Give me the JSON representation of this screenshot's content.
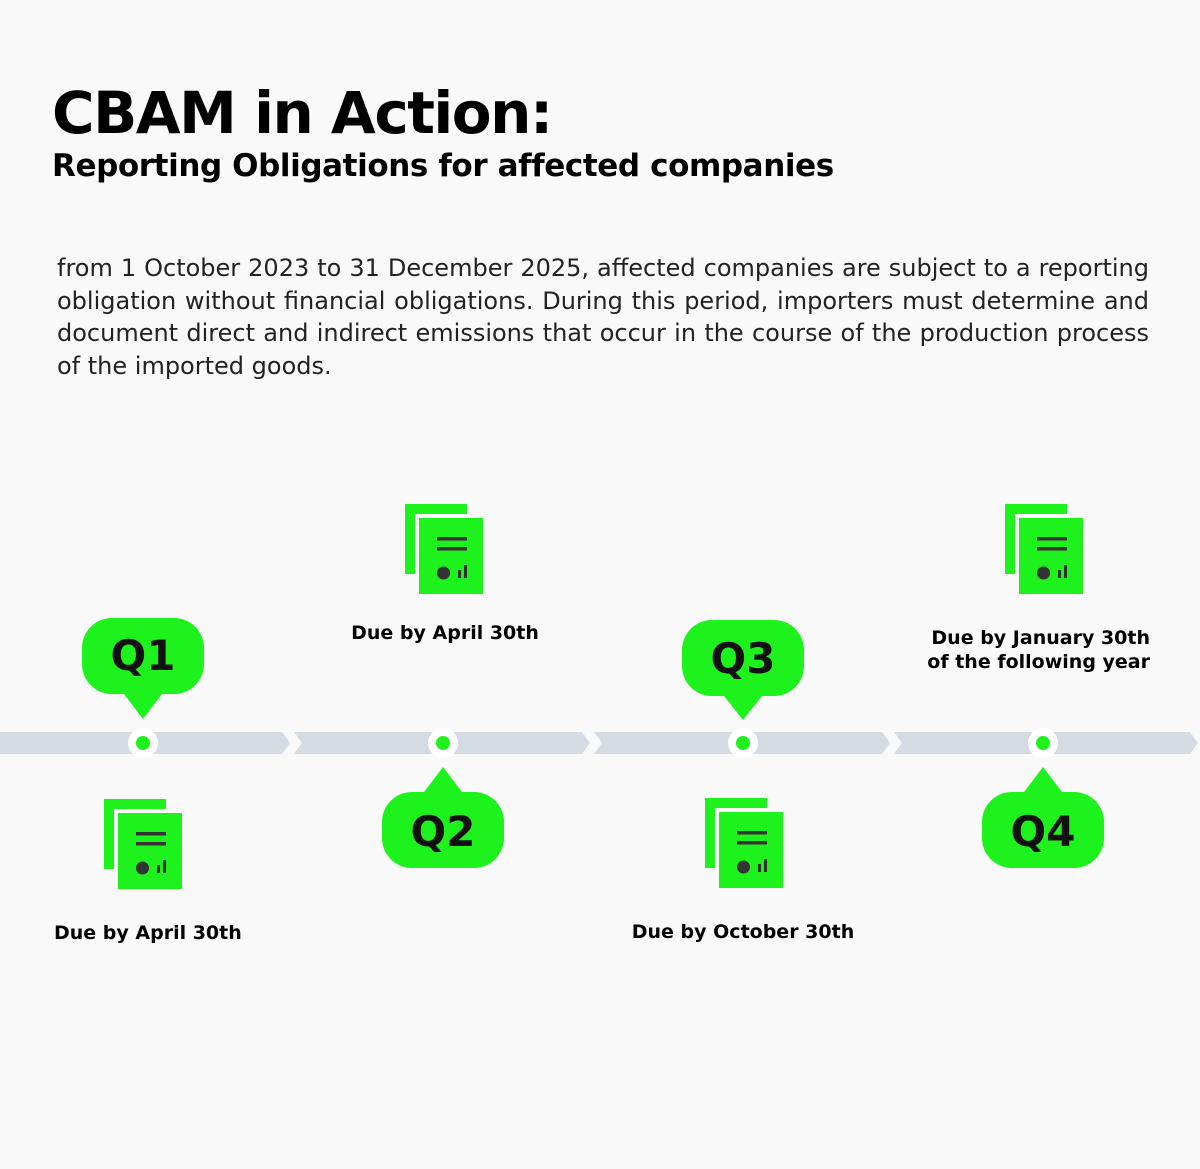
{
  "header": {
    "title": "CBAM in Action:",
    "subtitle": "Reporting Obligations for affected companies"
  },
  "intro": "from 1 October 2023 to 31 December 2025, affected companies are subject to a reporting obligation without financial obligations. During this period, importers must determine and document direct and indirect emissions that occur in the course of the production process of the imported goods.",
  "colors": {
    "accent": "#1df21d",
    "track": "#d5dbe3",
    "ink": "#111111"
  },
  "timeline": {
    "quarters": [
      {
        "label": "Q1",
        "due": "Due by April 30th",
        "due_line2": ""
      },
      {
        "label": "Q2",
        "due": "Due by April 30th",
        "due_line2": ""
      },
      {
        "label": "Q3",
        "due": "Due by October 30th",
        "due_line2": ""
      },
      {
        "label": "Q4",
        "due": "Due by January 30th",
        "due_line2": "of the following year"
      }
    ],
    "icon": "report-document-icon"
  }
}
